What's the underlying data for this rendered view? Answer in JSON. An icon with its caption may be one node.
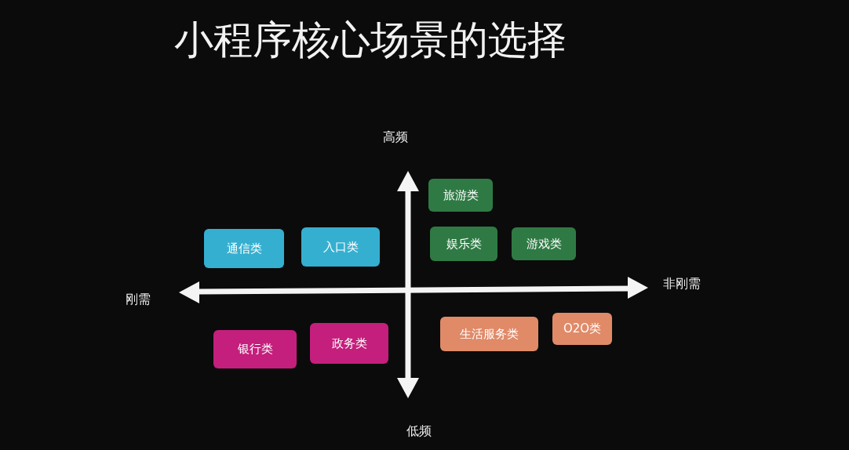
{
  "diagram": {
    "title": "小程序核心场景的选择",
    "nodes": [
      {
        "text": [
          "通信类"
        ]
      },
      {
        "text": [
          "入口类"
        ]
      },
      {
        "text": [
          "旅游类"
        ]
      },
      {
        "text": [
          "娱乐类"
        ]
      },
      {
        "text": [
          "游戏类"
        ]
      },
      {
        "text": [
          "银行类"
        ]
      },
      {
        "text": [
          "政务类"
        ]
      },
      {
        "text": [
          "生活服务类"
        ]
      },
      {
        "text": [
          "O2O类"
        ]
      }
    ],
    "edges": [],
    "labels": [
      "高频",
      "刚需",
      "非刚需",
      "低频"
    ]
  }
}
